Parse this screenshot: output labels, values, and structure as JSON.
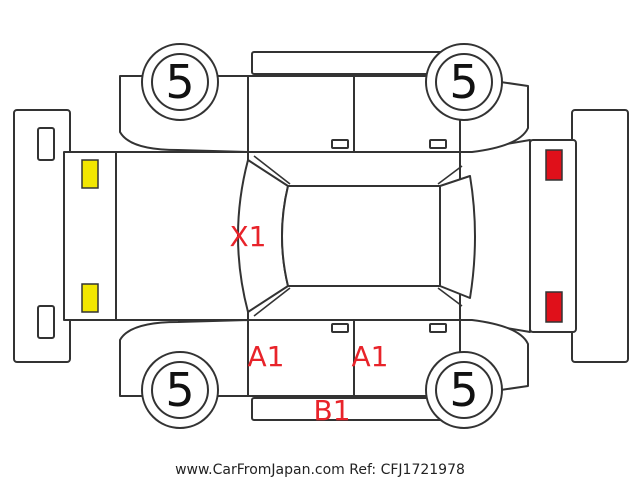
{
  "wheels": {
    "front_left": "5",
    "front_right": "5",
    "rear_left": "5",
    "rear_right": "5"
  },
  "damage_marks": {
    "roof": "X1",
    "left_front_door": "A1",
    "left_rear_door": "A1",
    "left_sill": "B1"
  },
  "colors": {
    "outline": "#333333",
    "damage_text": "#e8232a",
    "headlight": "#f2e600",
    "taillight": "#e0101a"
  },
  "footer": {
    "text": "www.CarFromJapan.com Ref: CFJ1721978"
  }
}
